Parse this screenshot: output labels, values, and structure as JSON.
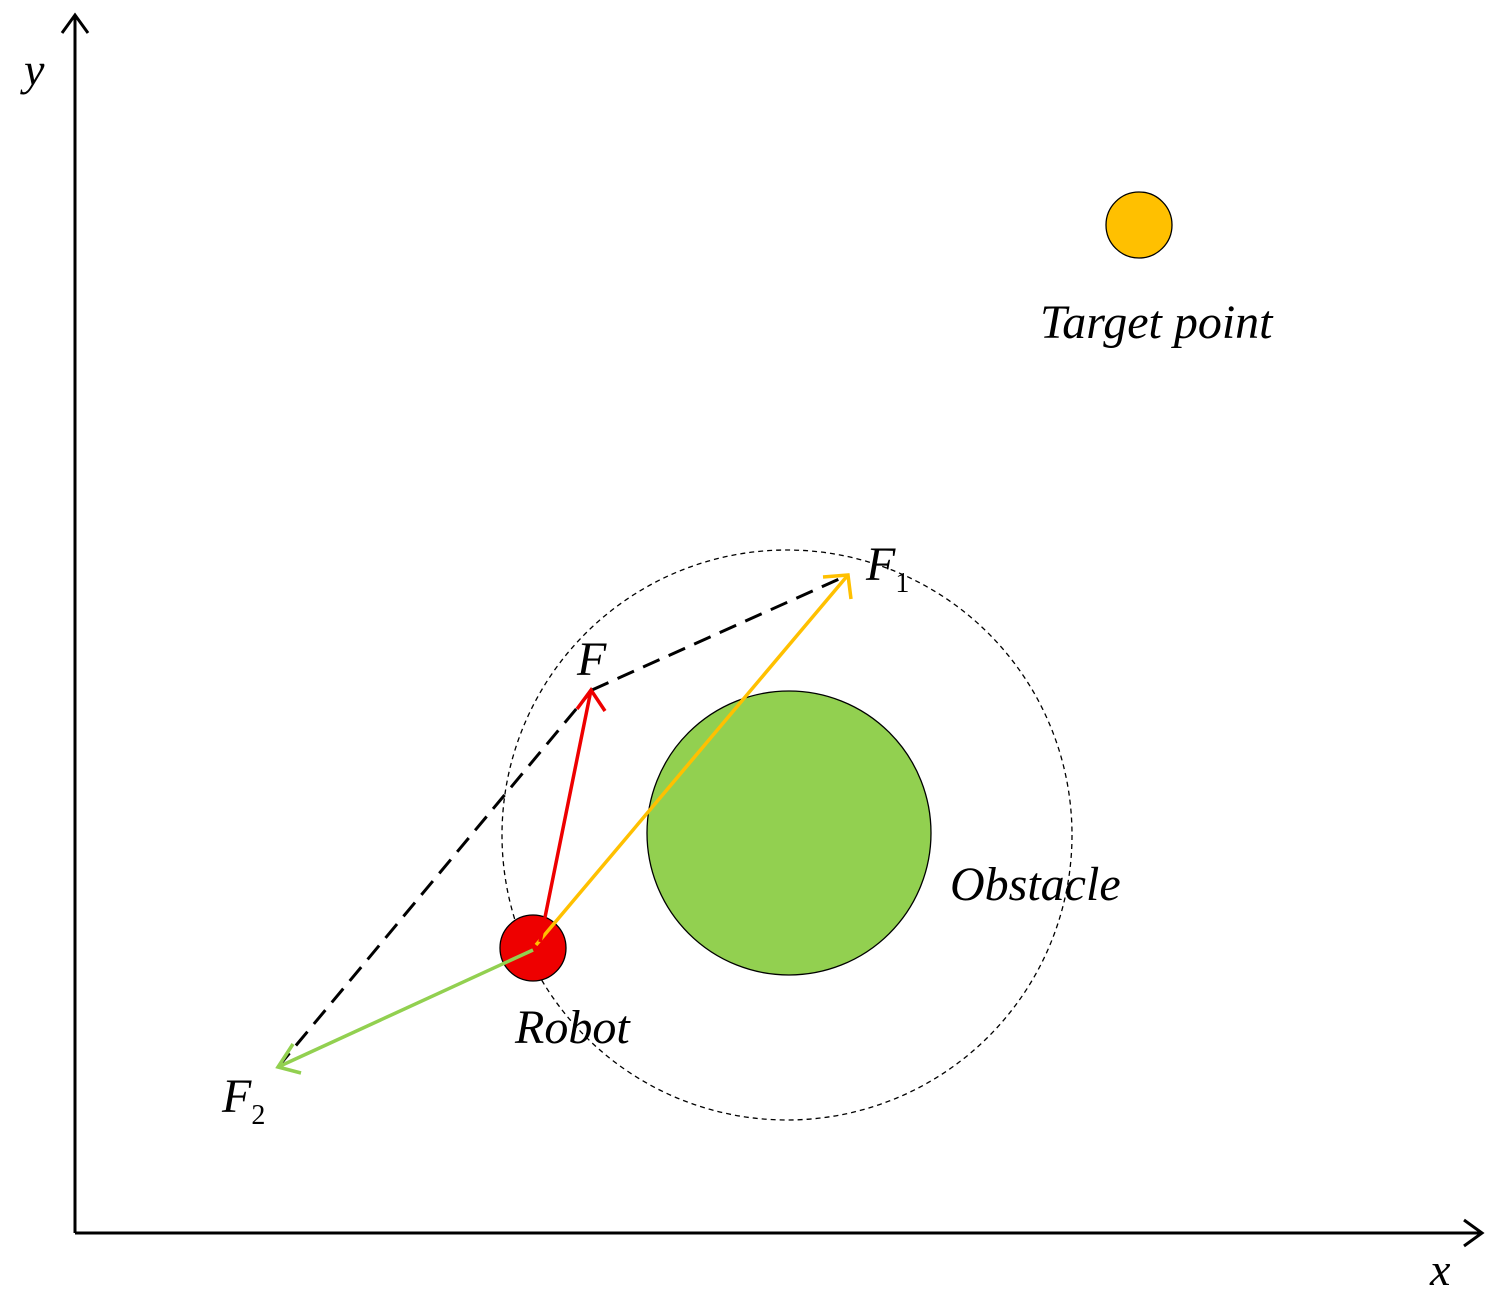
{
  "axes": {
    "x_label": "x",
    "y_label": "y"
  },
  "labels": {
    "target": "Target point",
    "obstacle": "Obstacle",
    "robot": "Robot",
    "resultant_force": "F",
    "attractive_force": "F",
    "attractive_force_sub": "1",
    "repulsive_force": "F",
    "repulsive_force_sub": "2"
  },
  "colors": {
    "robot": "#ee0000",
    "obstacle": "#92d050",
    "target": "#ffc000",
    "resultant_arrow": "#ee0000",
    "attractive_arrow": "#ffc000",
    "repulsive_arrow": "#92d050",
    "axis": "#000000",
    "parallelogram": "#000000",
    "influence_circle": "#000000"
  }
}
